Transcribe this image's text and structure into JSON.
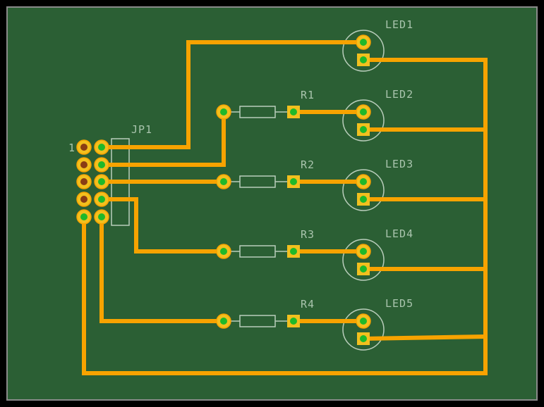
{
  "colors": {
    "background": "#000000",
    "board": "#2b5f34",
    "board_border": "#8a8a8a",
    "trace": "#f7a300",
    "pad": "#f2c01e",
    "drill": "#1fb82a",
    "drill_square_pin": "#8a3d14",
    "silkscreen": "#b9cdbb"
  },
  "connector": {
    "label": "JP1",
    "pin1_marker": "1"
  },
  "resistors": [
    {
      "label": "R1"
    },
    {
      "label": "R2"
    },
    {
      "label": "R3"
    },
    {
      "label": "R4"
    }
  ],
  "leds": [
    {
      "label": "LED1"
    },
    {
      "label": "LED2"
    },
    {
      "label": "LED3"
    },
    {
      "label": "LED4"
    },
    {
      "label": "LED5"
    }
  ]
}
